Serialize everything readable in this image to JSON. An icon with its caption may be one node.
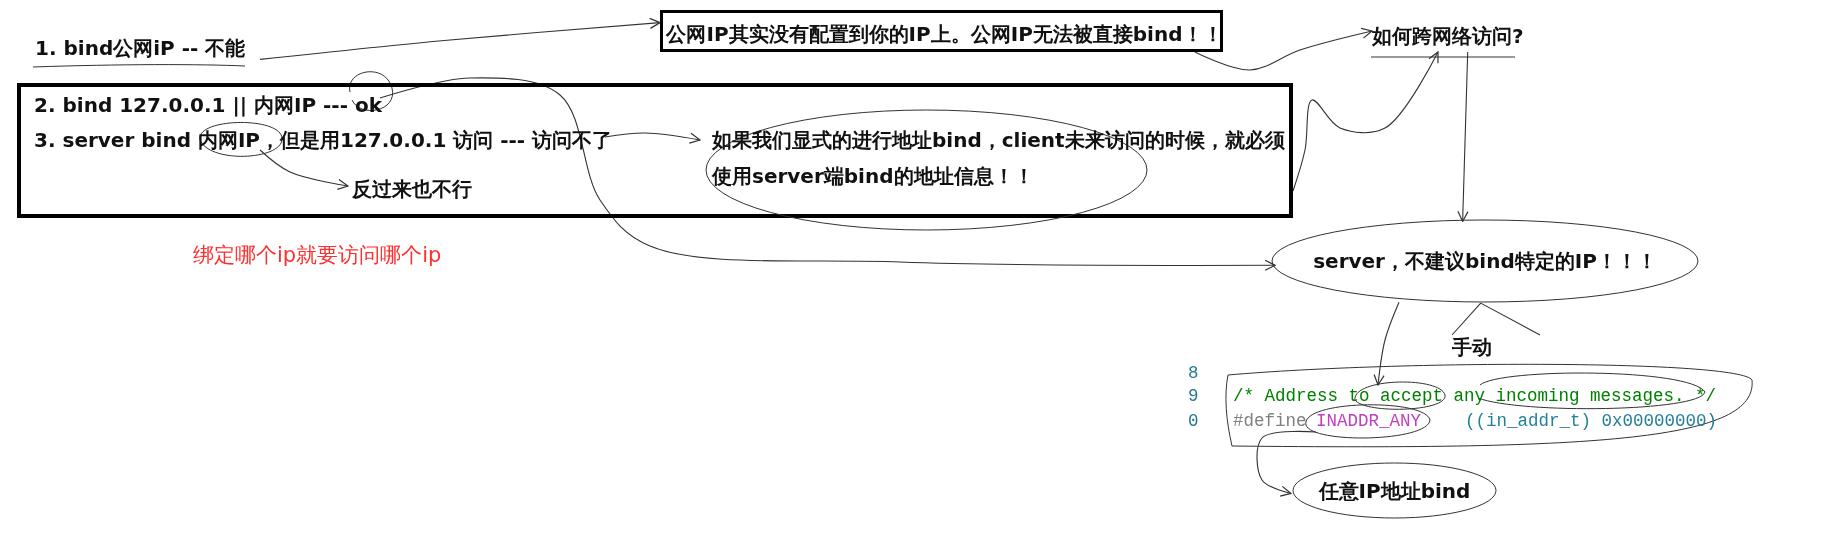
{
  "diagram": {
    "nodes": [
      {
        "text": [
          "1. bind公网iP -- 不能"
        ]
      },
      {
        "text": [
          "公网IP其实没有配置到你的IP上。公网IP无法被直接bind！！"
        ]
      },
      {
        "text": [],
        "shape": "box"
      },
      {
        "text": [
          "2. bind 127.0.0.1 || 内网IP --- ok"
        ],
        "in": 2
      },
      {
        "text": [
          "3. server bind 内网IP，但是用127.0.0.1 访问 --- 访问不了"
        ],
        "in": 2
      },
      {
        "text": [
          "反过来也不行"
        ],
        "in": 2
      },
      {
        "text": [
          "如果我们显式的进行地址bind，client未来访问的时候，就必须使用server端bind的地址信息！！"
        ],
        "in": 2
      },
      {
        "text": [
          "如何跨网络访问?"
        ]
      },
      {
        "text": [
          "server，不建议bind特定的IP！！！"
        ]
      },
      {
        "text": [
          "手动"
        ]
      },
      {
        "text": [
          "任意IP地址bind"
        ]
      },
      {
        "text": [
          "/* Address to accept any incoming messages.  */"
        ]
      },
      {
        "text": [
          "INADDR_ANY"
        ]
      }
    ],
    "edges": [
      {
        "from": 0,
        "to": 1,
        "arrow": "to"
      },
      {
        "from": 4,
        "to": 5,
        "arrow": "to"
      },
      {
        "from": 4,
        "to": 6,
        "arrow": "to"
      },
      {
        "from": 3,
        "to": 8,
        "arrow": "to"
      },
      {
        "from": 1,
        "to": 7,
        "arrow": "to"
      },
      {
        "from": 2,
        "to": 7,
        "arrow": "to"
      },
      {
        "from": 7,
        "to": 8,
        "arrow": "to"
      },
      {
        "from": 8,
        "to": 9,
        "arrow": "none"
      },
      {
        "from": 8,
        "to": 11,
        "arrow": "to"
      },
      {
        "from": 12,
        "to": 10,
        "arrow": "to"
      }
    ],
    "labels": [
      "绑定哪个ip就要访问哪个ip",
      "8",
      "9",
      "0",
      "#define",
      "((in_addr_t) 0x00000000)"
    ]
  }
}
